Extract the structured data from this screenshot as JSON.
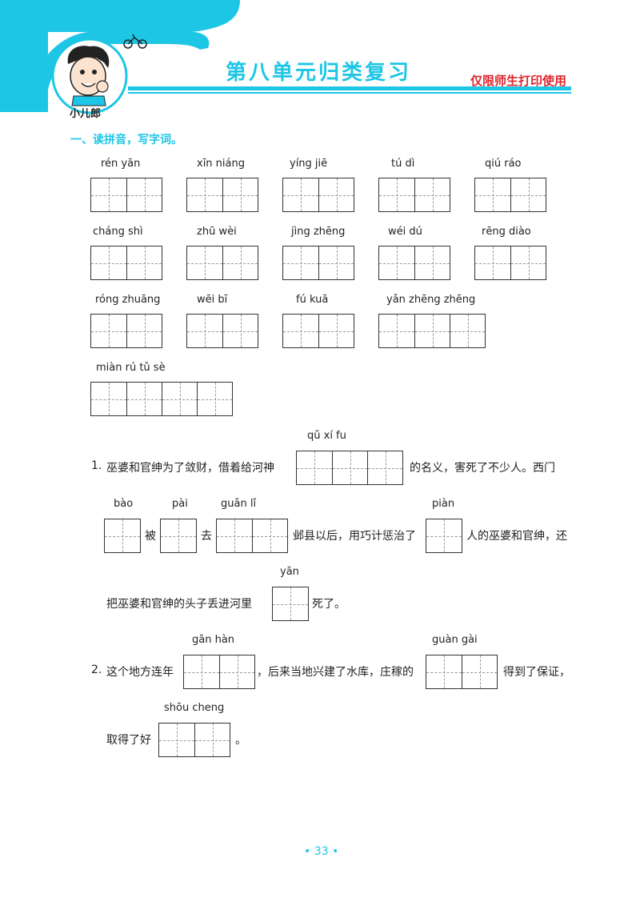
{
  "header": {
    "title": "第八单元归类复习",
    "restriction": "仅限师生打印使用",
    "brand": "小儿郎"
  },
  "section": {
    "title": "一、读拼音，写字词。"
  },
  "word_items": [
    {
      "pinyin": "rén  yān",
      "cells": 2
    },
    {
      "pinyin": "xīn  niáng",
      "cells": 2
    },
    {
      "pinyin": "yíng  jiē",
      "cells": 2
    },
    {
      "pinyin": "tú   dì",
      "cells": 2
    },
    {
      "pinyin": "qiú  ráo",
      "cells": 2
    },
    {
      "pinyin": "cháng  shì",
      "cells": 2
    },
    {
      "pinyin": "zhū  wèi",
      "cells": 2
    },
    {
      "pinyin": "jìng  zhēng",
      "cells": 2
    },
    {
      "pinyin": "wéi  dú",
      "cells": 2
    },
    {
      "pinyin": "rēng  diào",
      "cells": 2
    },
    {
      "pinyin": "róng  zhuāng",
      "cells": 2
    },
    {
      "pinyin": "wēi   bī",
      "cells": 2
    },
    {
      "pinyin": "fú   kuā",
      "cells": 2
    },
    {
      "pinyin": "yǎn  zhēng zhēng",
      "cells": 3
    },
    {
      "pinyin": "miàn   rú   tǔ   sè",
      "cells": 4
    }
  ],
  "sentence1": {
    "num": "1.",
    "part1": "巫婆和官绅为了敛财，借着给河神",
    "py1": "qǔ     xí     fu",
    "part2": "的名义，害死了不少人。西门",
    "py2": "bào",
    "part3": "被",
    "py3": "pài",
    "part4": "去",
    "py4": "guǎn   lǐ",
    "part5": "邺县以后，用巧计惩治了",
    "py5": "piàn",
    "part6": "人的巫婆和官绅，还",
    "part7": "把巫婆和官绅的头子丢进河里",
    "py6": "yān",
    "part8": "死了。"
  },
  "sentence2": {
    "num": "2.",
    "part1": "这个地方连年",
    "py1": "gān   hàn",
    "part2": "，后来当地兴建了水库，庄稼的",
    "py2": "guàn  gài",
    "part3": "得到了保证，",
    "part4": "取得了好",
    "py3": "shōu  cheng",
    "part5": "。"
  },
  "page_number": "• 33 •",
  "colors": {
    "accent": "#1ec6e6",
    "restriction": "#e0262d"
  }
}
